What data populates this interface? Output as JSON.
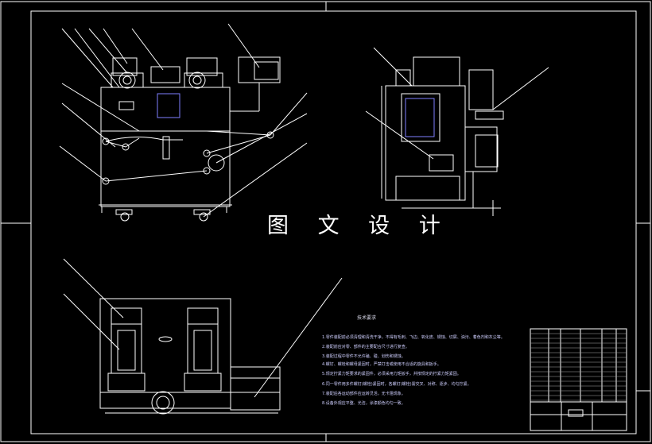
{
  "watermark_text": "图 文 设 计",
  "notes": {
    "title": "技术要求",
    "lines": [
      "1.零件装配前必须清理和清洗干净，不得有毛刺、飞边、氧化皮、锈蚀、切屑、油污、着色剂和灰尘等。",
      "2.装配前应对零、部件的主要配合尺寸进行复查。",
      "3.装配过程中零件不允许磕、碰、划伤和锈蚀。",
      "4.螺钉、螺栓和螺母紧固时，严禁打击或使用不合适的旋具和扳手。",
      "5.规定拧紧力矩要求的紧固件，必须采用力矩扳手，并按规定的拧紧力矩紧固。",
      "6.同一零件用多件螺钉(螺栓)紧固时，各螺钉(螺栓)需交叉、对称、逐步、均匀拧紧。",
      "7.装配后各运动部件应运转灵活，无卡阻现象。",
      "8.设备外观应平整、光洁，涂漆颜色均匀一致。"
    ]
  },
  "colors": {
    "background": "#000000",
    "frame": "#ffffff",
    "drawing_lines": "#ffffff",
    "accent_blue": "#7f7fff",
    "accent_magenta": "#ff00ff",
    "accent_yellow": "#ffff66",
    "accent_red": "#ff4040"
  }
}
